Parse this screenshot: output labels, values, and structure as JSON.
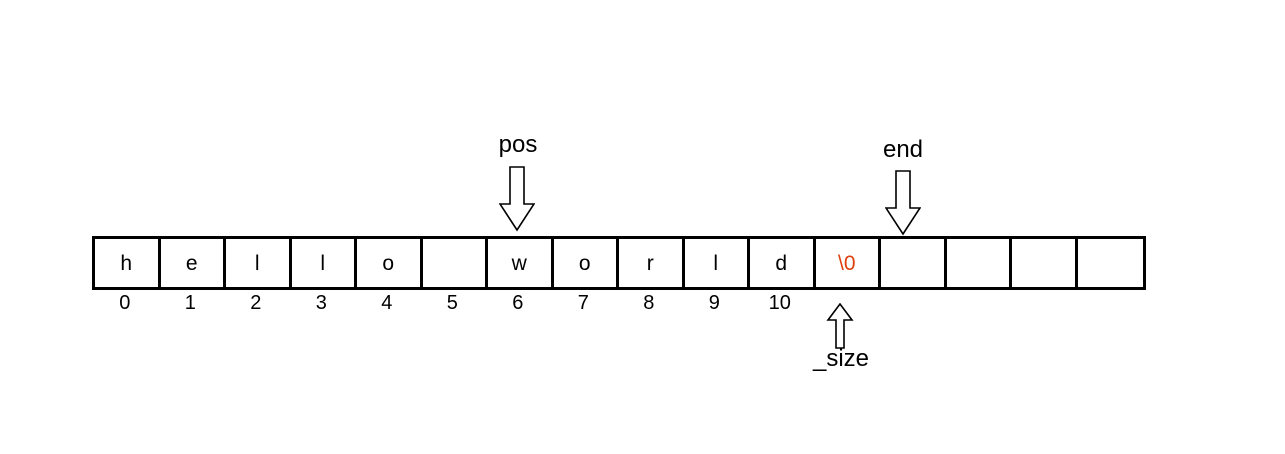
{
  "diagram": {
    "title": "string-buffer-memory-layout",
    "background_color": "#ffffff",
    "line_color": "#000000",
    "null_terminator_color": "#e0400f"
  },
  "memory": {
    "cell_count": 16,
    "cells": [
      {
        "value": "h",
        "index": "0",
        "kind": "char"
      },
      {
        "value": "e",
        "index": "1",
        "kind": "char"
      },
      {
        "value": "l",
        "index": "2",
        "kind": "char"
      },
      {
        "value": "l",
        "index": "3",
        "kind": "char"
      },
      {
        "value": "o",
        "index": "4",
        "kind": "char"
      },
      {
        "value": "",
        "index": "5",
        "kind": "space"
      },
      {
        "value": "w",
        "index": "6",
        "kind": "char"
      },
      {
        "value": "o",
        "index": "7",
        "kind": "char"
      },
      {
        "value": "r",
        "index": "8",
        "kind": "char"
      },
      {
        "value": "l",
        "index": "9",
        "kind": "char"
      },
      {
        "value": "d",
        "index": "10",
        "kind": "char"
      },
      {
        "value": "\\0",
        "index": "",
        "kind": "null-terminator"
      },
      {
        "value": "",
        "index": "",
        "kind": "empty"
      },
      {
        "value": "",
        "index": "",
        "kind": "empty"
      },
      {
        "value": "",
        "index": "",
        "kind": "empty"
      },
      {
        "value": "",
        "index": "",
        "kind": "empty"
      }
    ]
  },
  "pointers": [
    {
      "name": "pos",
      "label": "pos",
      "direction": "down",
      "target_cell": 6
    },
    {
      "name": "end",
      "label": "end",
      "direction": "down",
      "target_cell": 13
    },
    {
      "name": "_size",
      "label": "_size",
      "direction": "up",
      "target_cell": 11
    }
  ]
}
